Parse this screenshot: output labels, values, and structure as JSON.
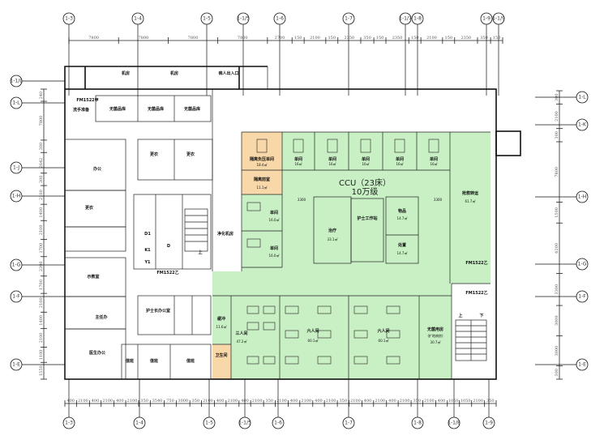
{
  "colors": {
    "ccu_zone": "#c8f0c4",
    "isolation_zone": "#f8d7a8",
    "wall": "#111111"
  },
  "axes": {
    "top": [
      "1-3",
      "1-4",
      "1-5",
      "1-1/5",
      "1-6",
      "1-7",
      "1-1/7",
      "1-8",
      "1-9",
      "1-1/9"
    ],
    "bottom": [
      "1-3",
      "1-4",
      "1-5",
      "1-1/5",
      "1-6",
      "1-7",
      "1-8",
      "1-1/8",
      "1-9"
    ],
    "left": [
      "1-1/L",
      "1-L",
      "1-J",
      "1-H",
      "1-G",
      "1-F",
      "1-E"
    ],
    "right": [
      "1-L",
      "1-K",
      "1-H",
      "1-G",
      "1-F",
      "1-E"
    ]
  },
  "dimensions": {
    "top": [
      "7800",
      "7800",
      "7800",
      "7800",
      "2700",
      "150",
      "2100",
      "150",
      "2350",
      "350",
      "150",
      "2350",
      "150",
      "2100",
      "150",
      "2350",
      "350",
      "150"
    ],
    "bottom": [
      "400",
      "2100",
      "400",
      "2100",
      "400",
      "2100",
      "350",
      "3540",
      "750",
      "3000",
      "350",
      "2100",
      "400",
      "2100",
      "400",
      "2100",
      "350",
      "2100",
      "400",
      "2100",
      "400",
      "2100",
      "350",
      "2100",
      "400",
      "2100",
      "400",
      "2100",
      "350",
      "2100",
      "400",
      "1050",
      "1050",
      "2100",
      "350"
    ],
    "left": [
      "240",
      "7800",
      "300",
      "2642",
      "300",
      "2100",
      "1400",
      "2100",
      "1700",
      "2300",
      "1700",
      "2100",
      "1400",
      "2100",
      "1100",
      "1550"
    ],
    "right": [
      "300",
      "2100",
      "300",
      "7800",
      "1500",
      "6200",
      "3300",
      "3000",
      "3000",
      "300"
    ]
  },
  "ccu": {
    "title": "CCU（23床）",
    "grade": "10万级"
  },
  "rooms": {
    "machine1": "机房",
    "machine2": "机房",
    "entrance": "病人出入口",
    "scrub": "洗手准备",
    "door_fm1522a": "FM1522甲",
    "sterile1": "无菌品库",
    "sterile2": "无菌品库",
    "sterile3": "无菌品库",
    "change1": "更衣",
    "change2": "更衣",
    "office": "办公",
    "d1": "D1",
    "k1": "K1",
    "y1": "Y1",
    "d": "D",
    "up": "上",
    "purify": "净化机房",
    "door_fm1522b": "FM1522乙",
    "door_fm1522c": "FM1522乙",
    "door_fm1522d": "FM1522乙",
    "meeting": "示教室",
    "director": "主任办",
    "doctor": "医生办公",
    "nurse_office": "护士长办公室",
    "duty": "值班",
    "iso_single": "隔离负压单间",
    "iso_single_area": "18.4㎡",
    "iso_ante": "隔离前室",
    "iso_ante_area": "11.1㎡",
    "single": "单间",
    "single_area": "16㎡",
    "single_l1": "单间",
    "single_l1_area": "16.0㎡",
    "single_l2": "单间",
    "single_l2_area": "16.0㎡",
    "treat": "治疗",
    "treat_area": "33.1㎡",
    "station": "护士工作站",
    "supply": "物品",
    "supply_area": "14.7㎡",
    "dispose": "处置",
    "dispose_area": "14.7㎡",
    "rescue": "抢救转运",
    "rescue_area": "61.7㎡",
    "buffer": "缓冲",
    "buffer_area": "11.6㎡",
    "toilet": "卫生间",
    "triple": "三人间",
    "triple_area": "47.2㎡",
    "six1": "六人间",
    "six1_area": "60.1㎡",
    "six2": "六人间",
    "six2_area": "60.1㎡",
    "sterile_room": "无菌用房",
    "sterile_room_note": "(扩地病房)",
    "sterile_room_area": "30.7㎡",
    "stair_up": "上",
    "stair_down": "下",
    "corr_w1": "3300",
    "corr_w2": "3300"
  }
}
